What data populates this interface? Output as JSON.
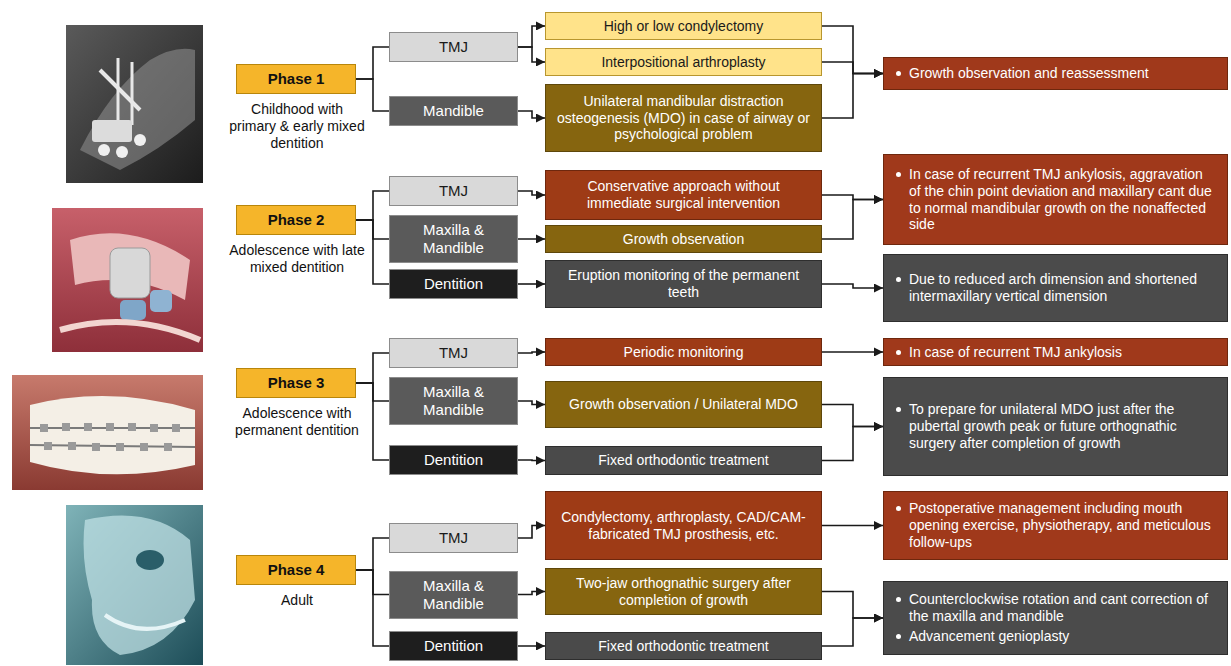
{
  "diagram": {
    "nodes": [
      {
        "text": [
          "Phase 1",
          "Childhood with primary & early mixed dentition"
        ]
      },
      {
        "text": [
          "TMJ"
        ]
      },
      {
        "text": [
          "Mandible"
        ]
      },
      {
        "text": [
          "High or low condylectomy"
        ]
      },
      {
        "text": [
          "Interpositional arthroplasty"
        ]
      },
      {
        "text": [
          "Unilateral mandibular distraction osteogenesis (MDO) in case of airway or psychological problem"
        ]
      },
      {
        "text": [
          "Growth observation and reassessment"
        ]
      },
      {
        "text": [
          "Phase 2",
          "Adolescence with late mixed dentition"
        ]
      },
      {
        "text": [
          "TMJ"
        ]
      },
      {
        "text": [
          "Maxilla & Mandible"
        ]
      },
      {
        "text": [
          "Dentition"
        ]
      },
      {
        "text": [
          "Conservative approach without immediate surgical intervention"
        ]
      },
      {
        "text": [
          "Growth observation"
        ]
      },
      {
        "text": [
          "Eruption monitoring of the permanent teeth"
        ]
      },
      {
        "text": [
          "In case of recurrent TMJ ankylosis, aggravation of the chin point deviation and maxillary cant due to normal mandibular growth on the nonaffected side"
        ]
      },
      {
        "text": [
          "Due to reduced arch dimension and shortened intermaxillary vertical dimension"
        ]
      },
      {
        "text": [
          "Phase 3",
          "Adolescence with permanent dentition"
        ]
      },
      {
        "text": [
          "TMJ"
        ]
      },
      {
        "text": [
          "Maxilla & Mandible"
        ]
      },
      {
        "text": [
          "Dentition"
        ]
      },
      {
        "text": [
          "Periodic monitoring"
        ]
      },
      {
        "text": [
          "Growth observation / Unilateral MDO"
        ]
      },
      {
        "text": [
          "Fixed orthodontic treatment"
        ]
      },
      {
        "text": [
          "In case of recurrent TMJ ankylosis"
        ]
      },
      {
        "text": [
          "To prepare for unilateral MDO just after the pubertal growth peak or future orthognathic surgery after completion of growth"
        ]
      },
      {
        "text": [
          "Phase 4",
          "Adult"
        ]
      },
      {
        "text": [
          "TMJ"
        ]
      },
      {
        "text": [
          "Maxilla & Mandible"
        ]
      },
      {
        "text": [
          "Dentition"
        ]
      },
      {
        "text": [
          "Condylectomy, arthroplasty, CAD/CAM-fabricated TMJ prosthesis, etc."
        ]
      },
      {
        "text": [
          "Two-jaw orthognathic surgery after completion of growth"
        ]
      },
      {
        "text": [
          "Fixed orthodontic treatment"
        ]
      },
      {
        "text": [
          "Postoperative management including mouth opening exercise, physiotherapy, and meticulous follow-ups"
        ]
      },
      {
        "text": [
          "Counterclockwise rotation and cant correction of the maxilla and mandible",
          "Advancement genioplasty"
        ]
      }
    ],
    "edges": [
      {
        "from": 0,
        "to": 1,
        "arrow": "none"
      },
      {
        "from": 0,
        "to": 2,
        "arrow": "none"
      },
      {
        "from": 1,
        "to": 3,
        "arrow": "to"
      },
      {
        "from": 1,
        "to": 4,
        "arrow": "to"
      },
      {
        "from": 2,
        "to": 5,
        "arrow": "to"
      },
      {
        "from": 3,
        "to": 6,
        "arrow": "to"
      },
      {
        "from": 4,
        "to": 6,
        "arrow": "to"
      },
      {
        "from": 5,
        "to": 6,
        "arrow": "to"
      },
      {
        "from": 7,
        "to": 8,
        "arrow": "none"
      },
      {
        "from": 7,
        "to": 9,
        "arrow": "none"
      },
      {
        "from": 7,
        "to": 10,
        "arrow": "none"
      },
      {
        "from": 8,
        "to": 11,
        "arrow": "to"
      },
      {
        "from": 9,
        "to": 12,
        "arrow": "to"
      },
      {
        "from": 10,
        "to": 13,
        "arrow": "to"
      },
      {
        "from": 11,
        "to": 14,
        "arrow": "to"
      },
      {
        "from": 12,
        "to": 14,
        "arrow": "to"
      },
      {
        "from": 13,
        "to": 15,
        "arrow": "to"
      },
      {
        "from": 16,
        "to": 17,
        "arrow": "none"
      },
      {
        "from": 16,
        "to": 18,
        "arrow": "none"
      },
      {
        "from": 16,
        "to": 19,
        "arrow": "none"
      },
      {
        "from": 17,
        "to": 20,
        "arrow": "to"
      },
      {
        "from": 18,
        "to": 21,
        "arrow": "to"
      },
      {
        "from": 19,
        "to": 22,
        "arrow": "to"
      },
      {
        "from": 20,
        "to": 23,
        "arrow": "to"
      },
      {
        "from": 21,
        "to": 24,
        "arrow": "to"
      },
      {
        "from": 22,
        "to": 24,
        "arrow": "to"
      },
      {
        "from": 25,
        "to": 26,
        "arrow": "none"
      },
      {
        "from": 25,
        "to": 27,
        "arrow": "none"
      },
      {
        "from": 25,
        "to": 28,
        "arrow": "none"
      },
      {
        "from": 26,
        "to": 29,
        "arrow": "to"
      },
      {
        "from": 27,
        "to": 30,
        "arrow": "to"
      },
      {
        "from": 28,
        "to": 31,
        "arrow": "to"
      },
      {
        "from": 29,
        "to": 32,
        "arrow": "to"
      },
      {
        "from": 30,
        "to": 33,
        "arrow": "to"
      },
      {
        "from": 31,
        "to": 33,
        "arrow": "to"
      }
    ]
  }
}
